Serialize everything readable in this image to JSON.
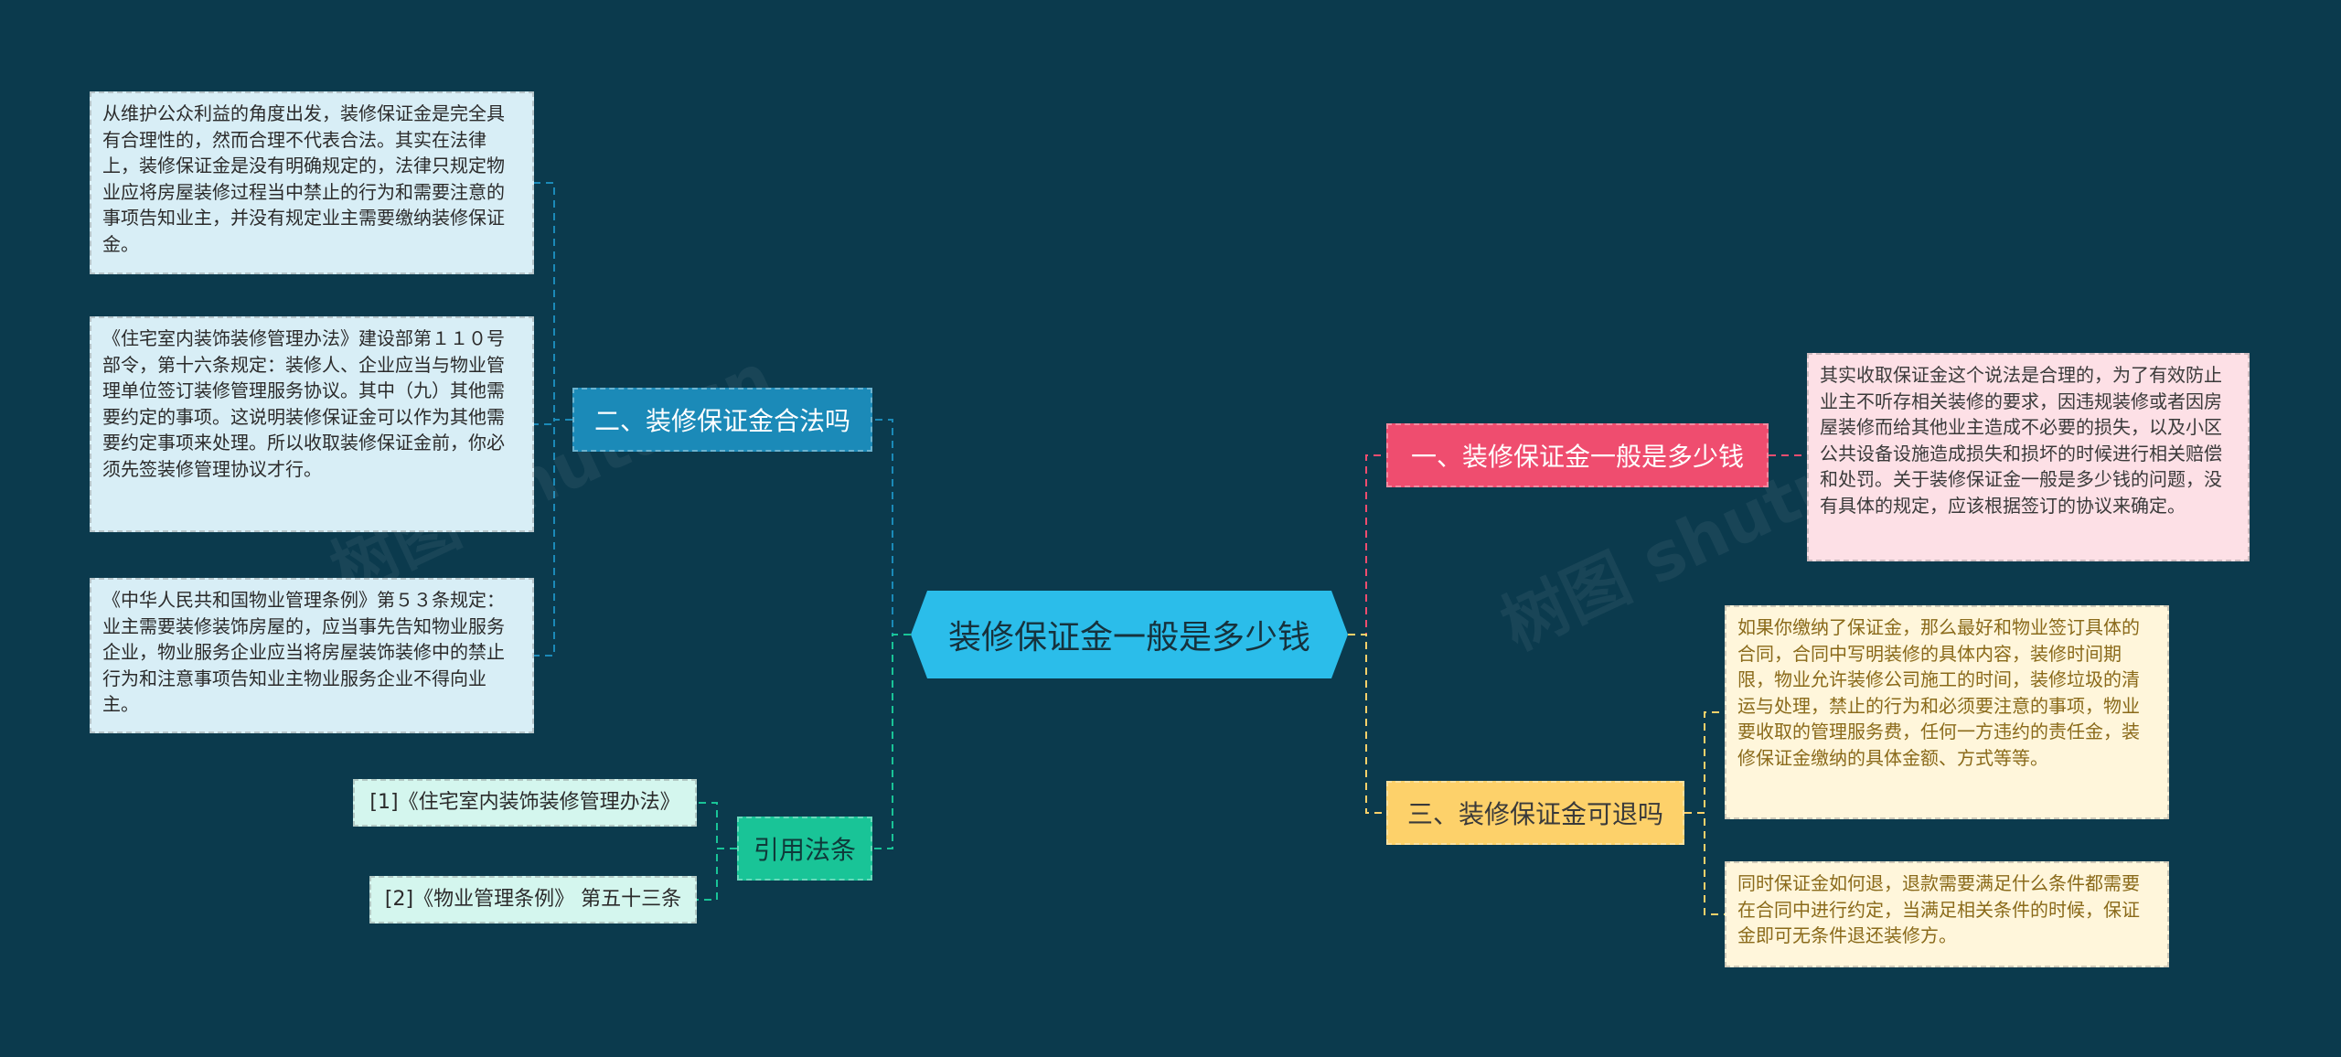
{
  "root": {
    "label": "装修保证金一般是多少钱"
  },
  "branches": {
    "b1": {
      "label": "一、装修保证金一般是多少钱",
      "color": "#ef4d6f"
    },
    "b2": {
      "label": "二、装修保证金合法吗",
      "color": "#1b8ab8"
    },
    "b3": {
      "label": "三、装修保证金可退吗",
      "color": "#fdd16a"
    },
    "b4": {
      "label": "引用法条",
      "color": "#19c497"
    }
  },
  "leaves": {
    "l1": "从维护公众利益的角度出发，装修保证金是完全具有合理性的，然而合理不代表合法。其实在法律上，装修保证金是没有明确规定的，法律只规定物业应将房屋装修过程当中禁止的行为和需要注意的事项告知业主，并没有规定业主需要缴纳装修保证金。",
    "l2": "《住宅室内装饰装修管理办法》建设部第１１０号部令，第十六条规定：装修人、企业应当与物业管理单位签订装修管理服务协议。其中（九）其他需要约定的事项。这说明装修保证金可以作为其他需要约定事项来处理。所以收取装修保证金前，你必须先签装修管理协议才行。",
    "l3": "《中华人民共和国物业管理条例》第５３条规定：业主需要装修装饰房屋的，应当事先告知物业服务企业，物业服务企业应当将房屋装饰装修中的禁止行为和注意事项告知业主物业服务企业不得向业主。",
    "l4": "其实收取保证金这个说法是合理的，为了有效防止业主不听存相关装修的要求，因违规装修或者因房屋装修而给其他业主造成不必要的损失，以及小区公共设备设施造成损失和损坏的时候进行相关赔偿和处罚。关于装修保证金一般是多少钱的问题，没有具体的规定，应该根据签订的协议来确定。",
    "l5": "如果你缴纳了保证金，那么最好和物业签订具体的合同，合同中写明装修的具体内容，装修时间期限，物业允许装修公司施工的时间，装修垃圾的清运与处理，禁止的行为和必须要注意的事项，物业要收取的管理服务费，任何一方违约的责任金，装修保证金缴纳的具体金额、方式等等。",
    "l6": "同时保证金如何退，退款需要满足什么条件都需要在合同中进行约定，当满足相关条件的时候，保证金即可无条件退还装修方。",
    "l7": "[1]《住宅室内装饰装修管理办法》",
    "l8": "[2]《物业管理条例》 第五十三条"
  },
  "watermark": "树图 shutu.cn"
}
